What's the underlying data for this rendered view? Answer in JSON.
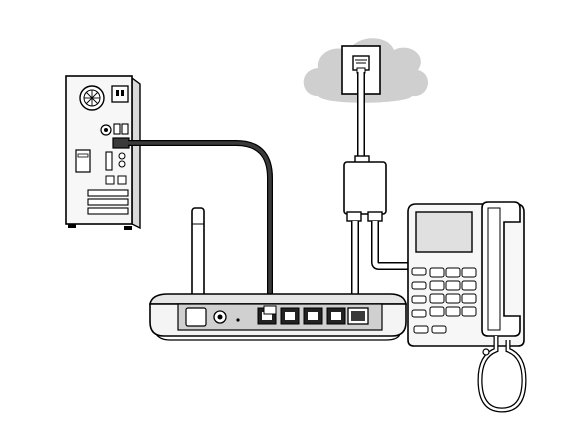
{
  "diagram": {
    "components": [
      {
        "name": "computer-tower",
        "icon": "desktop-pc-icon"
      },
      {
        "name": "wireless-modem-router",
        "icon": "router-icon",
        "lan_ports": 4,
        "dsl_ports": 1
      },
      {
        "name": "microfilter-splitter",
        "icon": "splitter-icon"
      },
      {
        "name": "wall-phone-jack",
        "icon": "phone-jack-icon"
      },
      {
        "name": "telephone",
        "icon": "telephone-icon"
      },
      {
        "name": "cloud",
        "icon": "cloud-icon"
      }
    ],
    "connections": [
      {
        "from": "computer-tower",
        "to": "wireless-modem-router",
        "type": "ethernet-cable"
      },
      {
        "from": "wall-phone-jack",
        "to": "microfilter-splitter",
        "type": "phone-line"
      },
      {
        "from": "microfilter-splitter",
        "to": "wireless-modem-router",
        "type": "dsl-line"
      },
      {
        "from": "microfilter-splitter",
        "to": "telephone",
        "type": "phone-line"
      }
    ],
    "colors": {
      "outline": "#000000",
      "background": "#ffffff",
      "device_fill": "#f2f2f2",
      "device_shade": "#c9c9c9",
      "cloud_fill": "#cfcfcf",
      "cable_dark": "#3a3a3a",
      "cable_light": "#ffffff"
    }
  }
}
